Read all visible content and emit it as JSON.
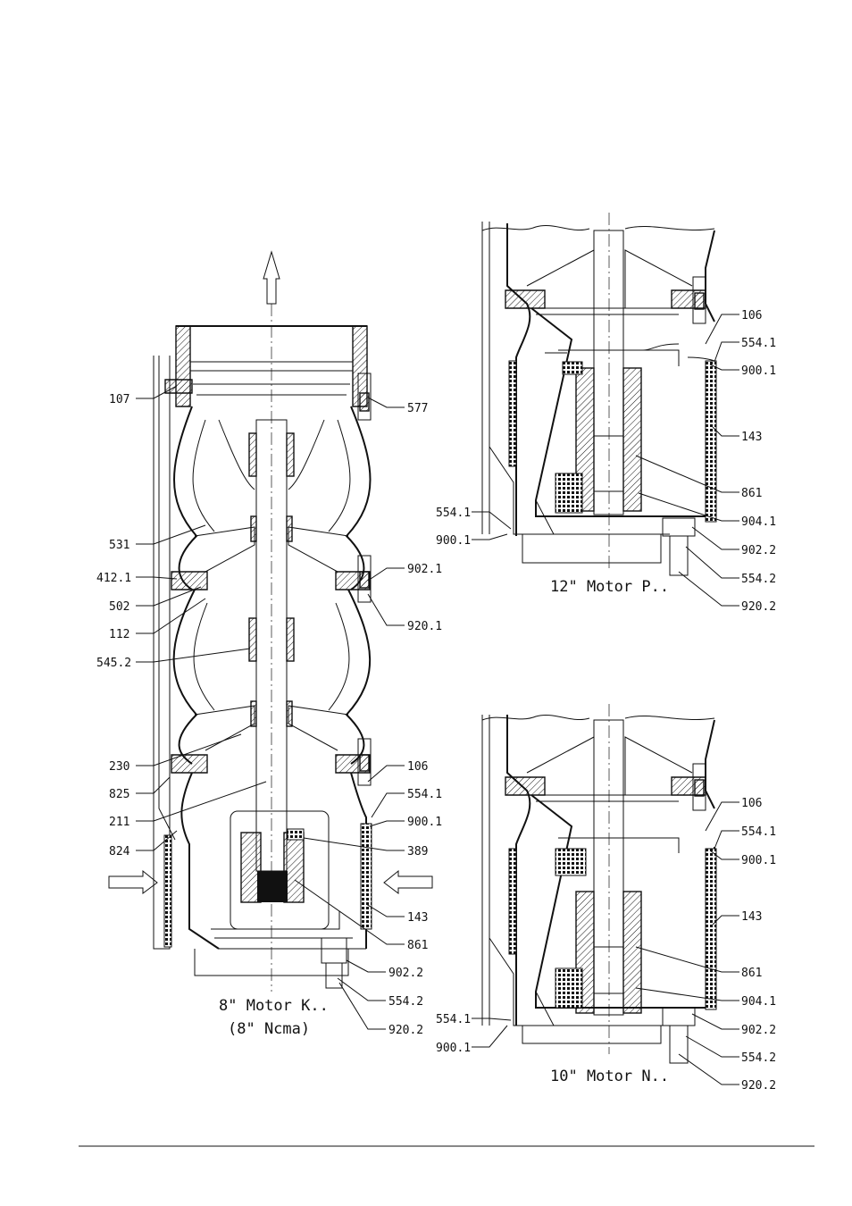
{
  "captions": {
    "motor_8": "8\" Motor K..",
    "motor_8_sub": "(8\" Ncma)",
    "motor_12": "12\" Motor P..",
    "motor_10": "10\" Motor N.."
  },
  "labels_8": {
    "l107": "107",
    "l577": "577",
    "l531": "531",
    "l412_1": "412.1",
    "l902_1": "902.1",
    "l502": "502",
    "l112": "112",
    "l920_1": "920.1",
    "l545_2": "545.2",
    "l230": "230",
    "l106": "106",
    "l825": "825",
    "l554_1": "554.1",
    "l211": "211",
    "l900_1": "900.1",
    "l824": "824",
    "l389": "389",
    "l143": "143",
    "l861": "861",
    "l902_2": "902.2",
    "l554_2": "554.2",
    "l920_2": "920.2"
  },
  "labels_12": {
    "l106": "106",
    "l554_1r": "554.1",
    "l900_1r": "900.1",
    "l143": "143",
    "l861": "861",
    "l554_1l": "554.1",
    "l904_1": "904.1",
    "l900_1l": "900.1",
    "l902_2": "902.2",
    "l554_2": "554.2",
    "l920_2": "920.2"
  },
  "labels_10": {
    "l106": "106",
    "l554_1r": "554.1",
    "l900_1r": "900.1",
    "l143": "143",
    "l861": "861",
    "l904_1": "904.1",
    "l554_1l": "554.1",
    "l902_2": "902.2",
    "l900_1l": "900.1",
    "l554_2": "554.2",
    "l920_2": "920.2"
  }
}
